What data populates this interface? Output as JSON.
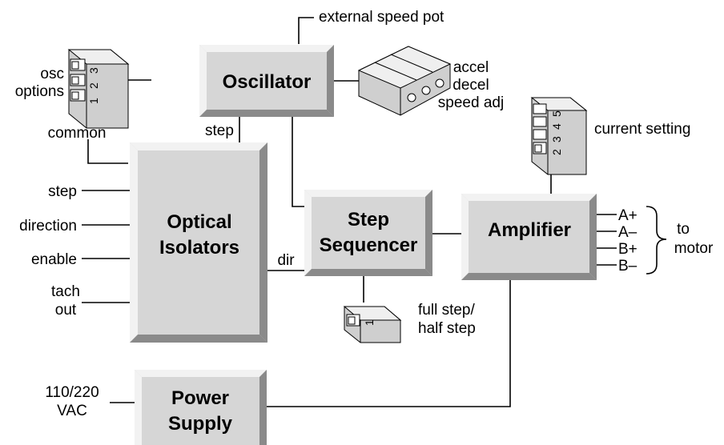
{
  "blocks": {
    "oscillator": "Oscillator",
    "optical_isolators": [
      "Optical",
      "Isolators"
    ],
    "step_sequencer": [
      "Step",
      "Sequencer"
    ],
    "amplifier": "Amplifier",
    "power_supply": [
      "Power",
      "Supply"
    ]
  },
  "labels": {
    "external_speed_pot": "external speed pot",
    "osc_options": [
      "osc",
      "options"
    ],
    "common": "common",
    "step_out": "step",
    "accel": "accel",
    "decel": "decel",
    "speed_adj": "speed adj",
    "current_setting": "current setting",
    "step_in": "step",
    "direction": "direction",
    "enable": "enable",
    "tach_out": [
      "tach",
      "out"
    ],
    "dir": "dir",
    "full_half_step": [
      "full step/",
      "half step"
    ],
    "power_input": [
      "110/220",
      "VAC"
    ],
    "to_motor": [
      "to",
      "motor"
    ]
  },
  "motor_phases": [
    "A+",
    "A–",
    "B+",
    "B–"
  ],
  "switches": {
    "osc_options": [
      "1",
      "2",
      "3"
    ],
    "current_setting": [
      "2",
      "3",
      "4",
      "5"
    ],
    "full_half": [
      "1"
    ]
  },
  "colors": {
    "block_face": "#d6d6d6",
    "block_light": "#f2f2f2",
    "block_dark": "#8a8a8a",
    "line": "#000000"
  }
}
